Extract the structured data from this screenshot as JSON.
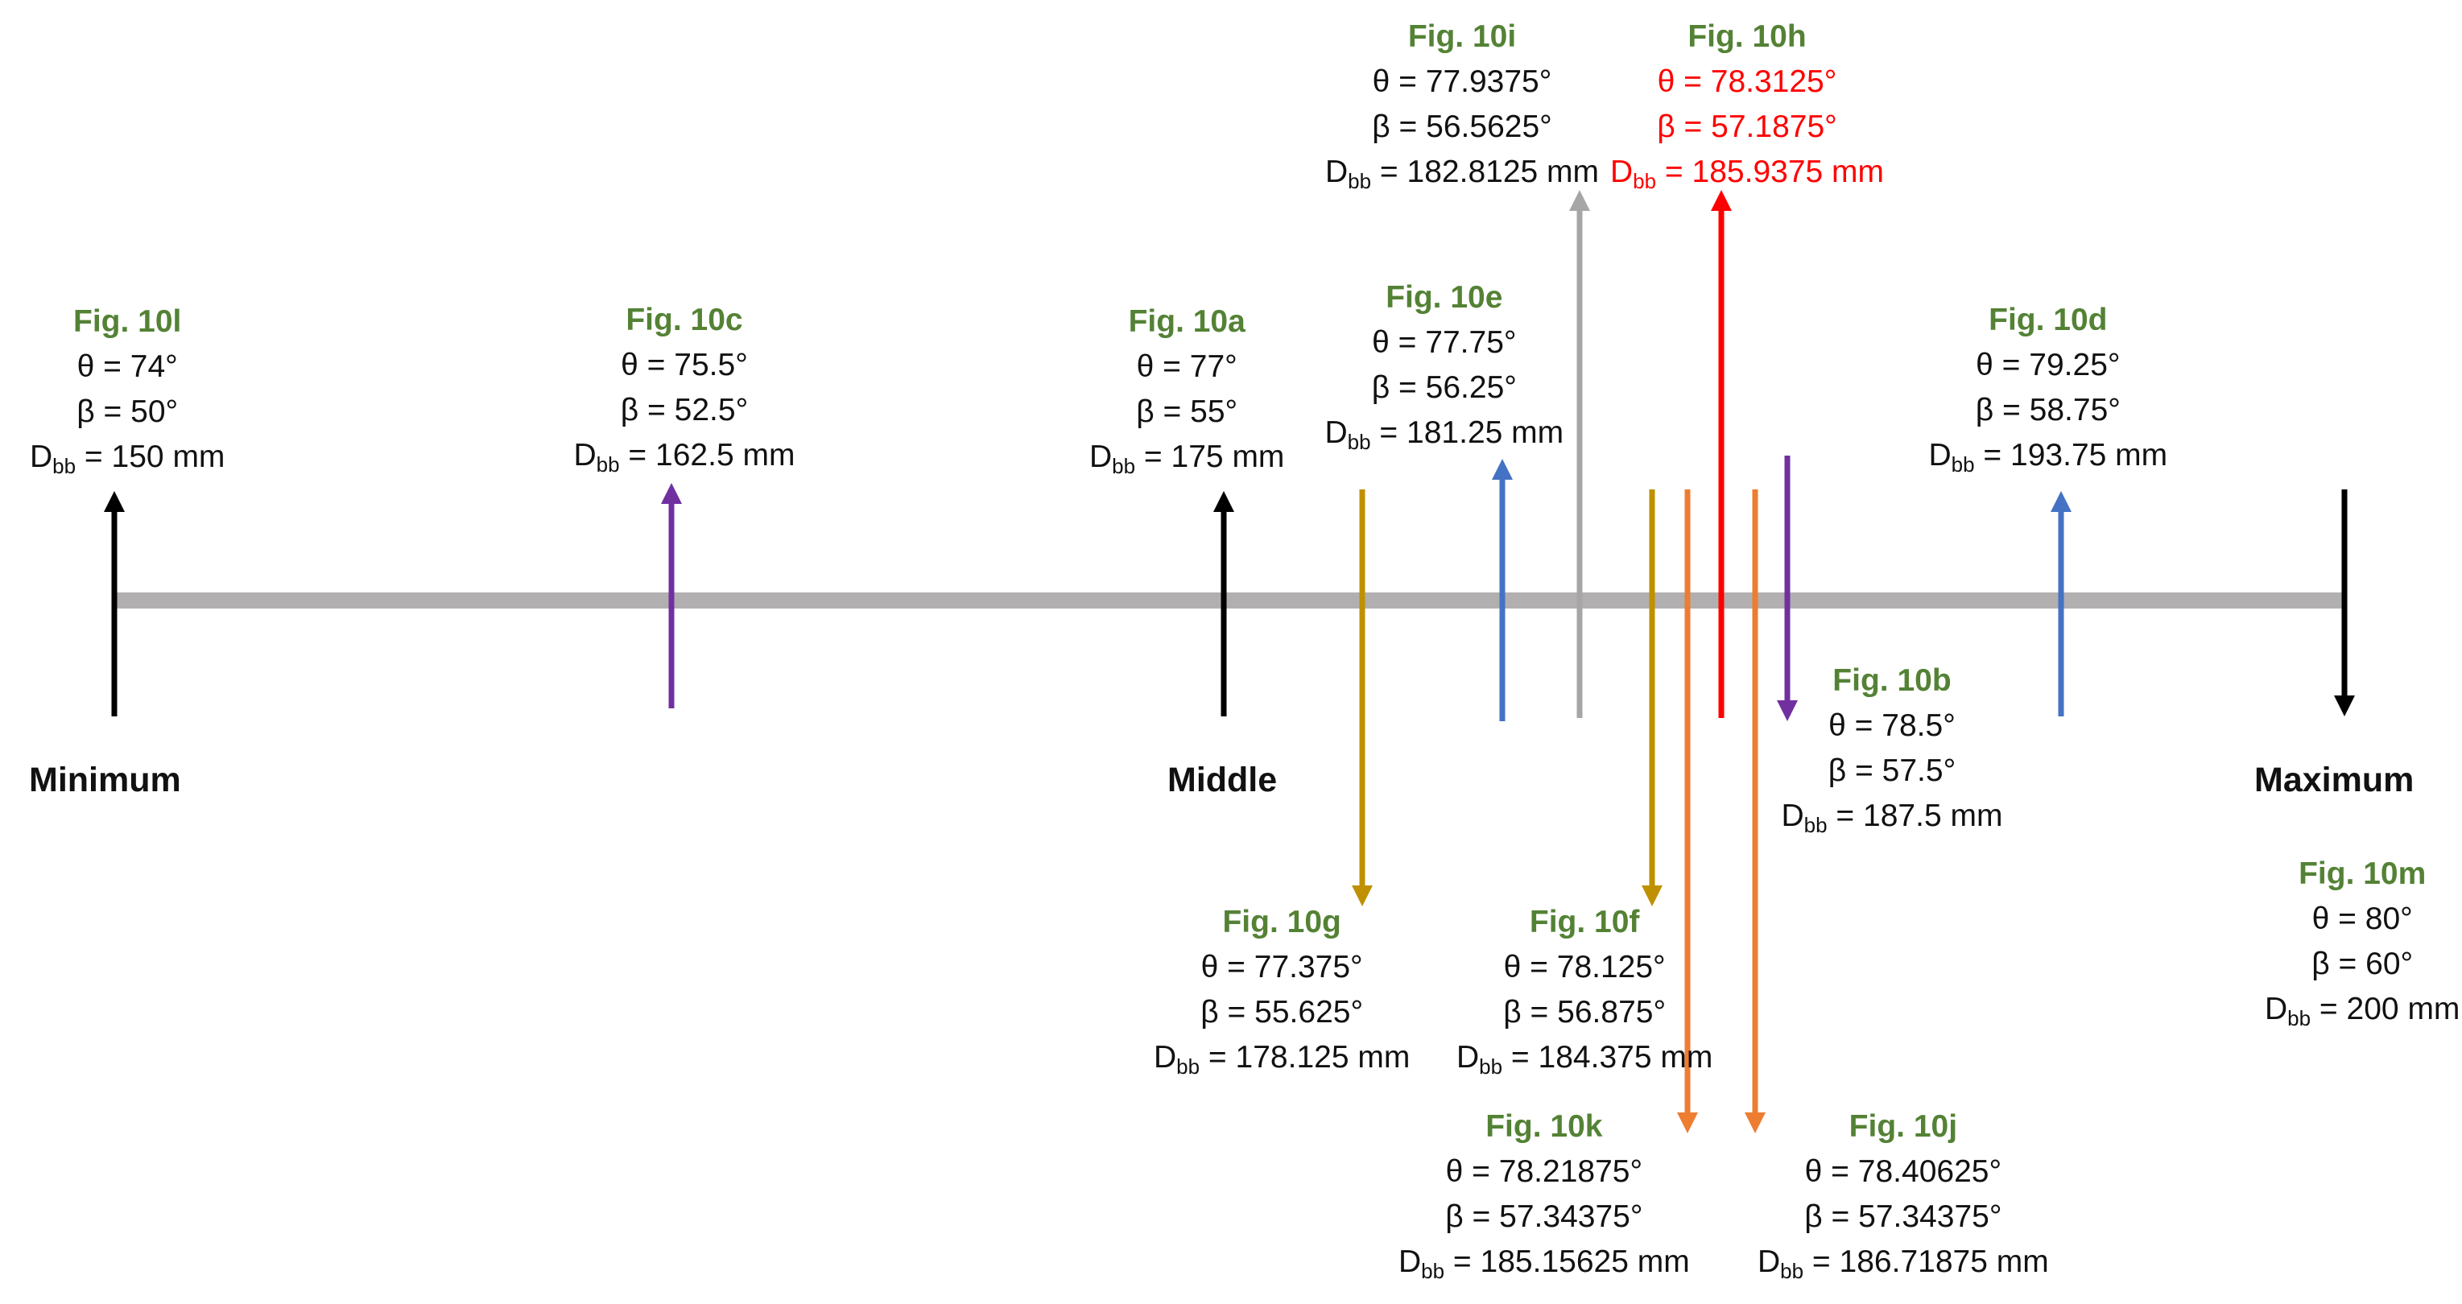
{
  "colors": {
    "axis": "#b2afb0",
    "black": "#000000",
    "purple": "#7030a0",
    "blue": "#4472c4",
    "gray": "#a6a6a6",
    "gold": "#bf9000",
    "orange": "#ed7d31",
    "red": "#ff0000",
    "figGreen": "#548235"
  },
  "endpoints": {
    "minimum": "Minimum",
    "middle": "Middle",
    "maximum": "Maximum"
  },
  "entries": [
    {
      "id": "10l",
      "fig": "Fig. 10l",
      "theta": "θ = 74°",
      "beta": "β = 50°",
      "dbb": " = 150 mm",
      "color": "black",
      "dir": "up"
    },
    {
      "id": "10c",
      "fig": "Fig. 10c",
      "theta": "θ = 75.5°",
      "beta": "β = 52.5°",
      "dbb": " = 162.5 mm",
      "color": "purple",
      "dir": "up"
    },
    {
      "id": "10a",
      "fig": "Fig. 10a",
      "theta": "θ = 77°",
      "beta": "β = 55°",
      "dbb": " = 175 mm",
      "color": "black",
      "dir": "up"
    },
    {
      "id": "10g",
      "fig": "Fig. 10g",
      "theta": "θ = 77.375°",
      "beta": "β = 55.625°",
      "dbb": " = 178.125 mm",
      "color": "gold",
      "dir": "down"
    },
    {
      "id": "10e",
      "fig": "Fig. 10e",
      "theta": "θ = 77.75°",
      "beta": "β = 56.25°",
      "dbb": " = 181.25 mm",
      "color": "blue",
      "dir": "up"
    },
    {
      "id": "10i",
      "fig": "Fig. 10i",
      "theta": "θ = 77.9375°",
      "beta": "β = 56.5625°",
      "dbb": " = 182.8125 mm",
      "color": "gray",
      "dir": "up"
    },
    {
      "id": "10f",
      "fig": "Fig. 10f",
      "theta": "θ = 78.125°",
      "beta": "β = 56.875°",
      "dbb": " = 184.375 mm",
      "color": "gold",
      "dir": "down"
    },
    {
      "id": "10k",
      "fig": "Fig. 10k",
      "theta": "θ = 78.21875°",
      "beta": "β = 57.34375°",
      "dbb": " = 185.15625 mm",
      "color": "orange",
      "dir": "down"
    },
    {
      "id": "10h",
      "fig": "Fig. 10h",
      "theta": "θ = 78.3125°",
      "beta": "β = 57.1875°",
      "dbb": " = 185.9375 mm",
      "color": "red",
      "dir": "up"
    },
    {
      "id": "10j",
      "fig": "Fig. 10j",
      "theta": "θ = 78.40625°",
      "beta": "β = 57.34375°",
      "dbb": " = 186.71875 mm",
      "color": "orange",
      "dir": "down"
    },
    {
      "id": "10b",
      "fig": "Fig. 10b",
      "theta": "θ = 78.5°",
      "beta": "β = 57.5°",
      "dbb": " = 187.5 mm",
      "color": "purple",
      "dir": "down"
    },
    {
      "id": "10d",
      "fig": "Fig. 10d",
      "theta": "θ = 79.25°",
      "beta": "β = 58.75°",
      "dbb": " = 193.75 mm",
      "color": "blue",
      "dir": "up"
    },
    {
      "id": "10m",
      "fig": "Fig. 10m",
      "theta": "θ = 80°",
      "beta": "β = 60°",
      "dbb": " = 200 mm",
      "color": "black",
      "dir": "down"
    }
  ]
}
